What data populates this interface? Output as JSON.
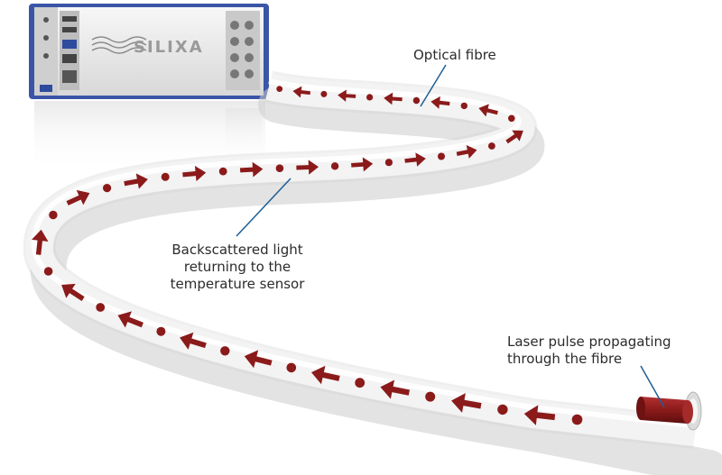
{
  "labels": {
    "optical_fibre": "Optical fibre",
    "backscatter_lines": [
      "Backscattered light",
      "returning to the",
      "temperature sensor"
    ],
    "laser_lines": [
      "Laser pulse propagating",
      "through the fibre"
    ]
  },
  "device": {
    "brand": "SILIXA"
  },
  "colors": {
    "signal": "#8b1a1a",
    "leader": "#1f5f96",
    "fibre": "#f2f2f2",
    "device_body": "#ebebeb",
    "device_frame": "#3a55a8"
  },
  "icons": [
    "arrow-icon",
    "dot-icon",
    "laser-pulse-icon",
    "connector-icon"
  ]
}
